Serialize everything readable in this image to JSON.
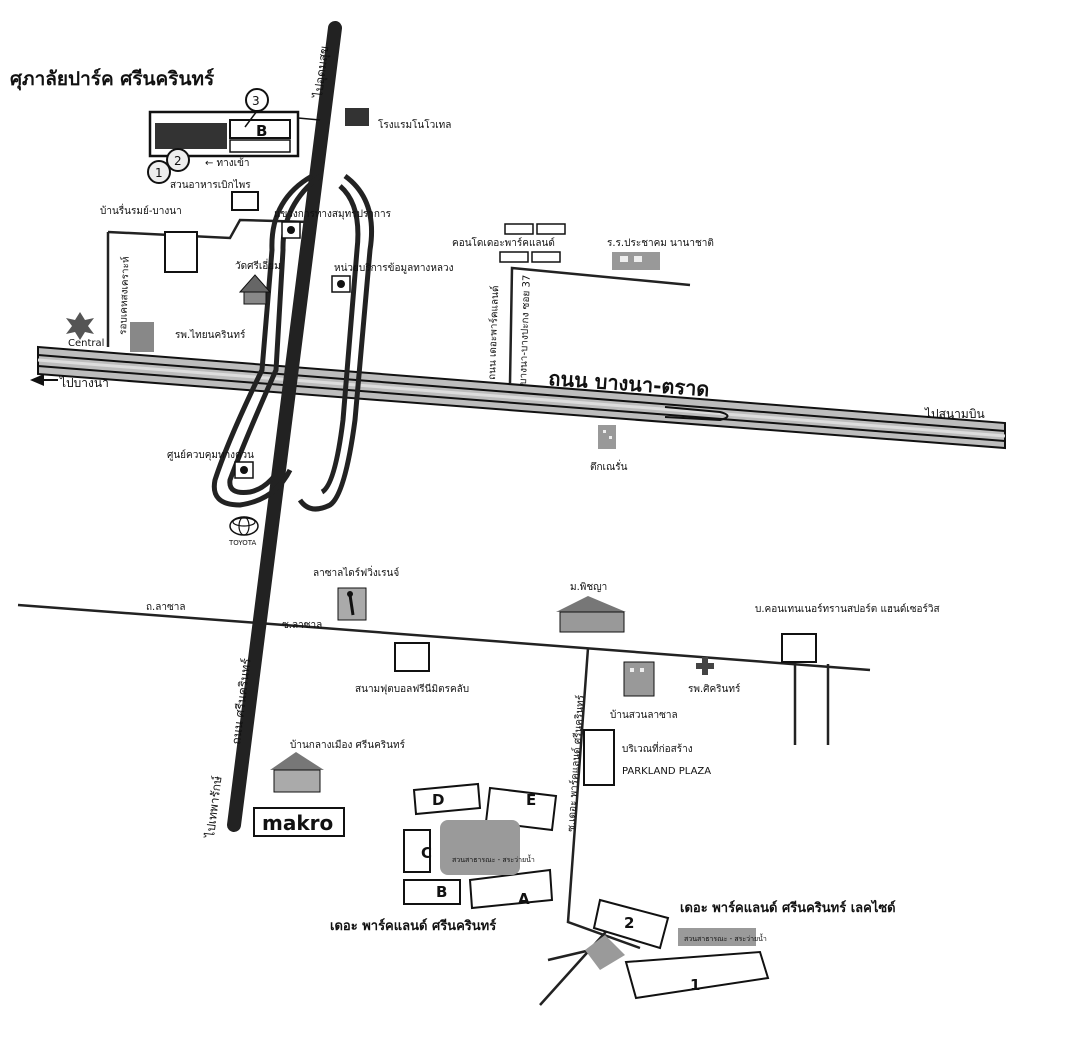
{
  "title_top": "ศุภาลัยปาร์ค ศรีนครินทร์",
  "highways": {
    "main_road": "ถนน บางนา-ตราด",
    "to_bangna": "ไปบางนา",
    "to_airport": "ไปสนามบิน",
    "to_udomsuk": "ไปอุดมสุข",
    "to_theparak": "ไปเทพารักษ์",
    "srinakarin_road": "ถนน ศรีนครินทร์",
    "la_salle_road_left": "ถ.ลาซาล",
    "la_salle_road_right": "ซ.ลาซาล",
    "road_the_parkland": "ถนน เดอะพาร์คแลนด์",
    "soi_bangna_37": "บางนา-บางปะกง ซอย 37",
    "soi_the_parkland_srinakarin": "ซ.เดอะ พาร์คแลนด์ ศรีนครินทร์",
    "left_vertical_road": "รอบเคหสงเคราะห์"
  },
  "landmarks": {
    "novotel": "โรงแรมโนโวเทล",
    "big_c_restaurant": "สวนอาหารเบิกไพร",
    "baan_ruenrom": "บ้านรื่นรมย์-บางนา",
    "highway_district": "แขวงการทางสมุทรปราการ",
    "condo_the_parkland": "คอนโดเดอะพาร์คแลนด์",
    "prachasam_school": "ร.ร.ประชาคม นานาชาติ",
    "wat_sri_iam": "วัดศรีเอี่ยม",
    "info_service": "หน่วยบริการข้อมูลทางหลวง",
    "central": "Central",
    "thai_nakarin_hospital": "รพ.ไทยนครินทร์",
    "highway_control": "ศูนย์ควบคุมทางด่วน",
    "sik_building": "ตึกเณรั่น",
    "toyota": "TOYOTA",
    "la_salle_drive_range": "ลาซาลไดร์ฟวิ่งเรนจ์",
    "m_pinya": "ม.พิชญา",
    "container_sports": "บ.คอนเทนเนอร์ทรานสปอร์ต แฮนด์เซอร์วิส",
    "football_field": "สนามฟุตบอลฟรีนีมิตรคลับ",
    "srinakarin_hospital": "รพ.ศิครินทร์",
    "baan_suan_lasan": "บ้านสวนลาซาล",
    "baan_klang_muang": "บ้านกลางเมือง ศรีนครินทร์",
    "construction_area": "บริเวณที่ก่อสร้าง",
    "parkland_plaza": "PARKLAND PLAZA",
    "makro": "makro",
    "pool_label": "สวนสาธารณะ - สระว่ายน้ำ",
    "the_parkland_srinakarin": "เดอะ พาร์คแลนด์ ศรีนครินทร์",
    "the_parkland_lakeside": "เดอะ พาร์คแลนด์ ศรีนครินทร์ เลคไซด์",
    "pool_label_2": "สวนสาธารณะ - สระว่ายน้ำ",
    "entrance_text": "← ทางเข้า"
  },
  "markers": {
    "circle_1": "1",
    "circle_2": "2",
    "circle_3": "3",
    "building_b_top": "B",
    "building_d": "D",
    "building_e": "E",
    "building_c": "C",
    "building_b": "B",
    "building_a": "A",
    "lakeside_1": "1",
    "lakeside_2": "2"
  },
  "colors": {
    "road_dark": "#222222",
    "road_grey": "#8a8a8a",
    "pool": "#9a9a9a",
    "line": "#111111"
  }
}
